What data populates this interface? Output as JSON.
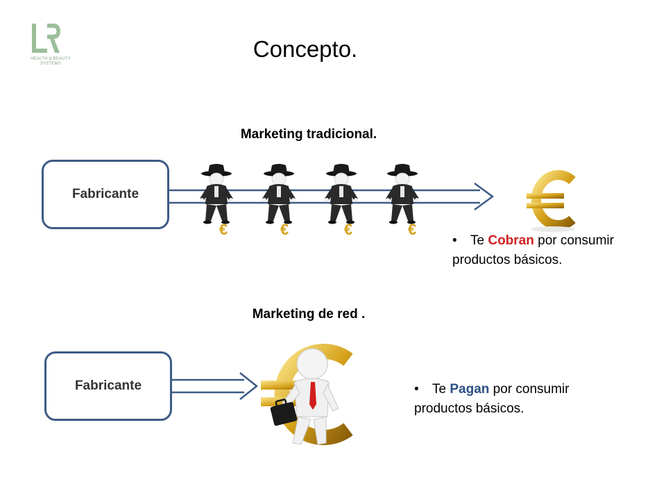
{
  "logo": {
    "mark": "LR",
    "caption_line1": "HEALTH & BEAUTY",
    "caption_line2": "SYSTEMS"
  },
  "title": "Concepto.",
  "traditional": {
    "heading": "Marketing tradicional.",
    "box_label": "Fabricante",
    "bullet_prefix": "Te ",
    "bullet_keyword": "Cobran",
    "bullet_rest": " por consumir",
    "bullet_line2": "productos básicos.",
    "middlemen_icon": "businessman-icon",
    "symbol": "€"
  },
  "network": {
    "heading": "Marketing de red .",
    "box_label": "Fabricante",
    "bullet_prefix": "Te ",
    "bullet_keyword": "Pagan",
    "bullet_rest": " por consumir",
    "bullet_line2": "productos básicos.",
    "illustration_icon": "person-with-briefcase-euro-icon"
  },
  "colors": {
    "arrow": "#3d5a86",
    "cobran": "#d12020",
    "pagan": "#2b4f86",
    "gold": "#d6a21b"
  }
}
